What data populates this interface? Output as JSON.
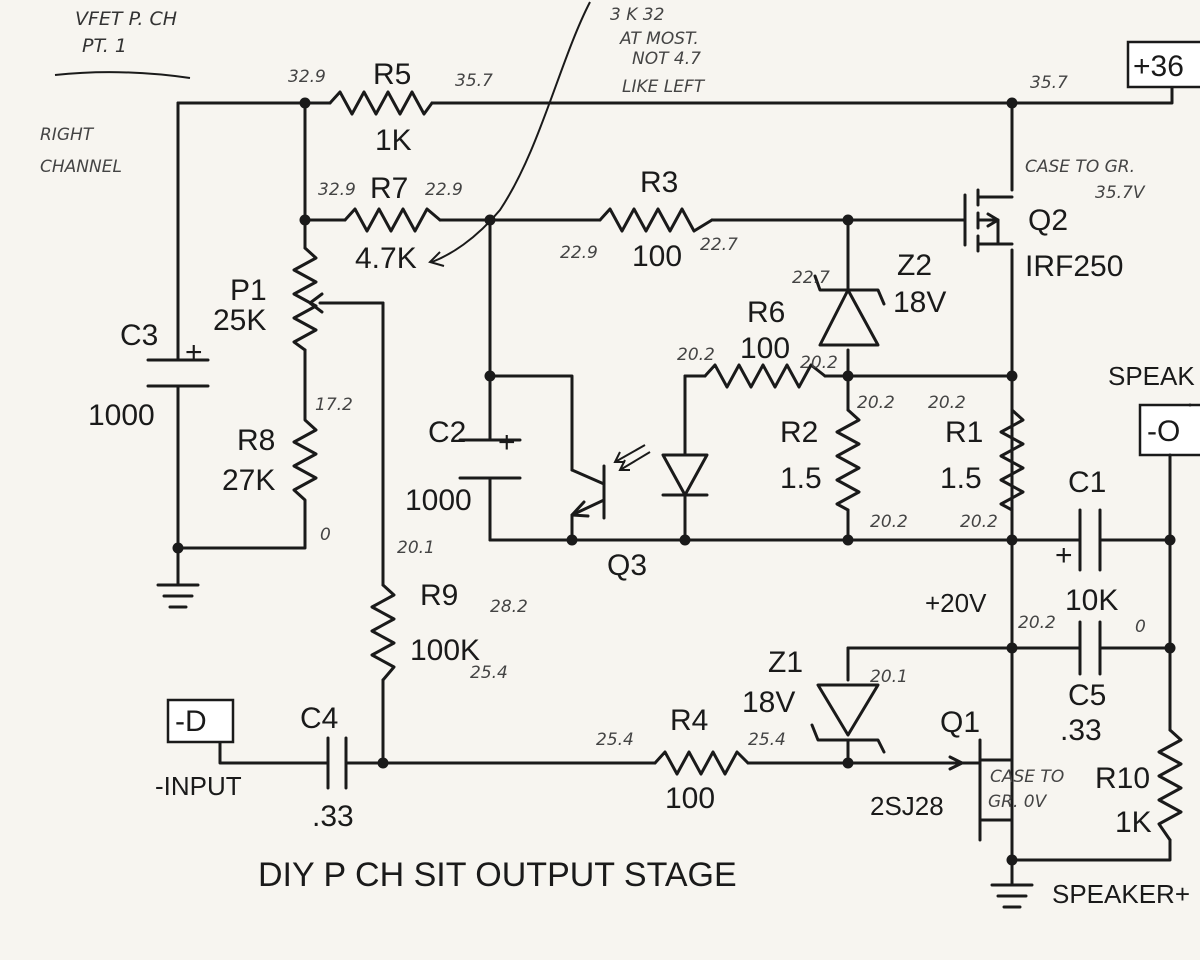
{
  "title": "DIY P CH SIT OUTPUT STAGE",
  "notes": {
    "header_line1": "VFET P. CH",
    "header_line2": "PT. 1",
    "channel_line1": "RIGHT",
    "channel_line2": "CHANNEL",
    "r7_note_line1": "3 K 32",
    "r7_note_line2": "AT MOST.",
    "r7_note_line3": "NOT 4.7",
    "r7_note_line4": "LIKE LEFT",
    "q2_case_line1": "CASE TO GR.",
    "q2_case_line2": "35.7V",
    "q1_case_line1": "CASE TO",
    "q1_case_line2": "GR. 0V"
  },
  "terminals": {
    "supply": "+36",
    "speaker_minus": "-O",
    "speaker_label": "SPEAK",
    "input_minus": "-D",
    "input_label": "-INPUT",
    "speaker_plus": "SPEAKER+"
  },
  "components": {
    "r5": {
      "ref": "R5",
      "value": "1K"
    },
    "r7": {
      "ref": "R7",
      "value": "4.7K"
    },
    "r3": {
      "ref": "R3",
      "value": "100"
    },
    "q2": {
      "ref": "Q2",
      "value": "IRF250"
    },
    "z2": {
      "ref": "Z2",
      "value": "18V"
    },
    "r6": {
      "ref": "R6",
      "value": "100"
    },
    "p1": {
      "ref": "P1",
      "value": "25K"
    },
    "c3": {
      "ref": "C3",
      "value": "1000",
      "polarity": "+"
    },
    "r8": {
      "ref": "R8",
      "value": "27K"
    },
    "c2": {
      "ref": "C2",
      "value": "1000",
      "polarity": "+"
    },
    "r2": {
      "ref": "R2",
      "value": "1.5"
    },
    "r1": {
      "ref": "R1",
      "value": "1.5"
    },
    "c1": {
      "ref": "C1",
      "value": "10K",
      "polarity": "+"
    },
    "q3": {
      "ref": "Q3"
    },
    "rail": {
      "label": "+20V"
    },
    "r9": {
      "ref": "R9",
      "value": "100K"
    },
    "c5": {
      "ref": "C5",
      "value": ".33"
    },
    "z1": {
      "ref": "Z1",
      "value": "18V"
    },
    "q1": {
      "ref": "Q1",
      "value": "2SJ28"
    },
    "c4": {
      "ref": "C4",
      "value": ".33"
    },
    "r4": {
      "ref": "R4",
      "value": "100"
    },
    "r10": {
      "ref": "R10",
      "value": "1K"
    }
  },
  "voltages": {
    "r5_left": "32.9",
    "r5_right": "35.7",
    "supply_node": "35.7",
    "r7_left": "32.9",
    "r7_right": "22.9",
    "r3_left": "22.9",
    "r3_right": "22.7",
    "z2_top": "22.7",
    "r6_left": "20.2",
    "r6_right": "20.2",
    "r2_top": "20.2",
    "r1_top": "20.2",
    "r2_bottom": "20.2",
    "r1_bottom": "20.2",
    "r8_top": "17.2",
    "r8_bottom": "0",
    "r9_top": "20.1",
    "r9_mid1": "28.2",
    "r9_mid2": "25.4",
    "c5_left": "20.2",
    "c5_right": "0",
    "z1_top": "20.1",
    "r4_left": "25.4",
    "r4_right": "25.4"
  }
}
